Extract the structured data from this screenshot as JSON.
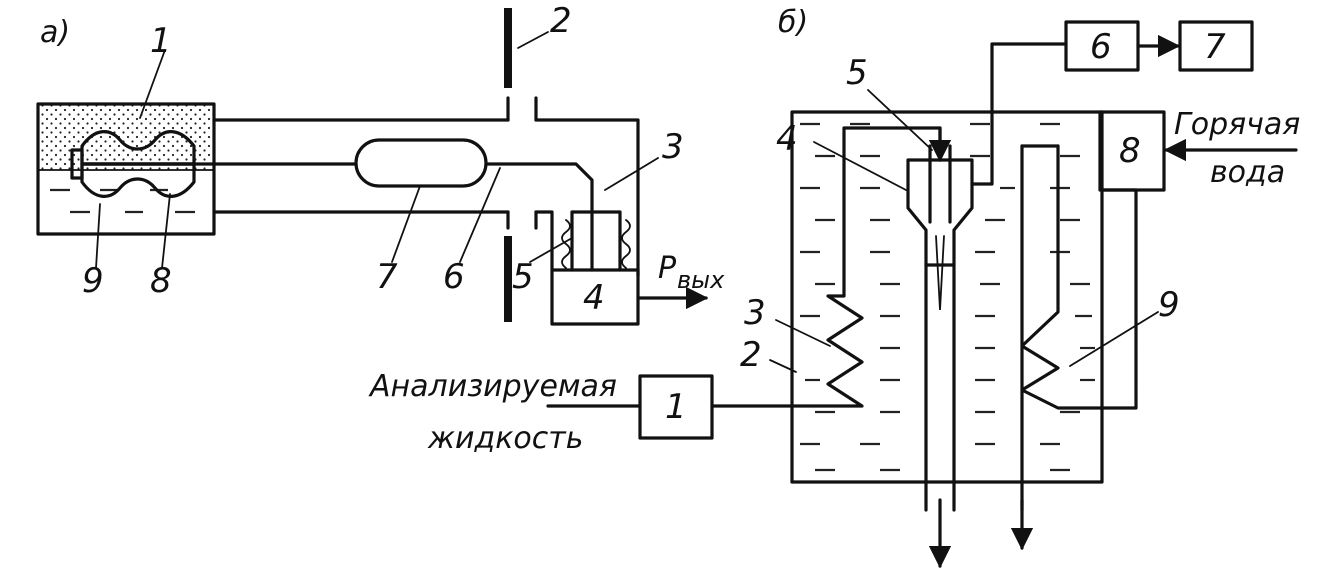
{
  "diagram_a": {
    "panel_label": "а)",
    "labels": {
      "n1": "1",
      "n2": "2",
      "n3": "3",
      "n4": "4",
      "n5": "5",
      "n6": "6",
      "n7": "7",
      "n8": "8",
      "n9": "9"
    },
    "output_label": "P",
    "output_subscript": "вых"
  },
  "diagram_b": {
    "panel_label": "б)",
    "labels": {
      "n1": "1",
      "n2": "2",
      "n3": "3",
      "n4": "4",
      "n5": "5",
      "n6": "6",
      "n7": "7",
      "n8": "8",
      "n9": "9"
    },
    "input_liquid_line1": "Анализируемая",
    "input_liquid_line2": "жидкость",
    "hot_water_line1": "Горячая",
    "hot_water_line2": "вода"
  }
}
